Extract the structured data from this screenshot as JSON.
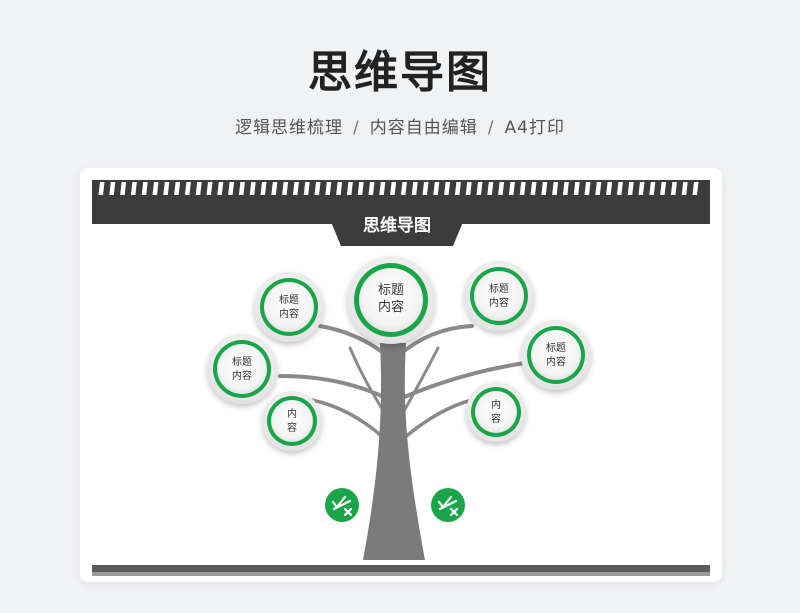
{
  "header": {
    "title": "思维导图",
    "subtitle_parts": [
      "逻辑思维梳理",
      "内容自由编辑",
      "A4打印"
    ],
    "separator": "/"
  },
  "diagram": {
    "banner_title": "思维导图",
    "nodes": [
      {
        "id": "top-center",
        "lines": [
          "标题",
          "内容"
        ]
      },
      {
        "id": "top-left",
        "lines": [
          "标题",
          "内容"
        ]
      },
      {
        "id": "top-right",
        "lines": [
          "标题",
          "内容"
        ]
      },
      {
        "id": "mid-left",
        "lines": [
          "标题",
          "内容"
        ]
      },
      {
        "id": "mid-right",
        "lines": [
          "标题",
          "内容"
        ]
      },
      {
        "id": "low-left",
        "lines": [
          "内",
          "容"
        ]
      },
      {
        "id": "low-right",
        "lines": [
          "内",
          "容"
        ]
      }
    ],
    "colors": {
      "green": "#1aa548",
      "dark": "#3c3c3c",
      "trunk": "#7b7b7b"
    },
    "badges": [
      {
        "id": "badge-left",
        "icon": "check-cross-icon"
      },
      {
        "id": "badge-right",
        "icon": "check-cross-icon"
      }
    ]
  }
}
